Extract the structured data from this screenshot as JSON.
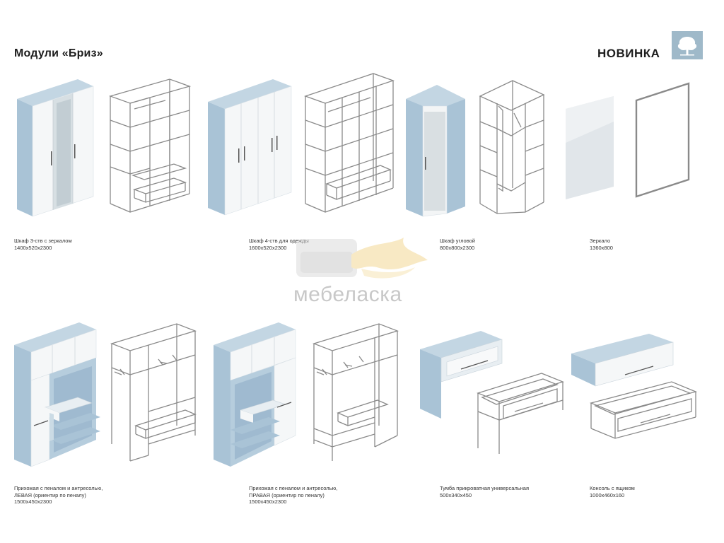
{
  "header": {
    "title": "Модули «Бриз»",
    "badge": "НОВИНКА",
    "logo_icon": "tree-logo-icon"
  },
  "watermark": {
    "text": "мебеласка",
    "icon": "sofa-logo-icon"
  },
  "colors": {
    "body_blue": "#a9c3d6",
    "front_white": "#ffffff",
    "wire_gray": "#8a8a8a",
    "logo_bg": "#9fb9c9"
  },
  "products": [
    {
      "line1": "Шкаф 3-ств с зеркалом",
      "line2": "1400х520х2300",
      "line3": ""
    },
    {
      "line1": "Шкаф 4-ств для одежды",
      "line2": "1600х520х2300",
      "line3": ""
    },
    {
      "line1": "Шкаф угловой",
      "line2": "800х800х2300",
      "line3": ""
    },
    {
      "line1": "Зеркало",
      "line2": "1360х800",
      "line3": ""
    },
    {
      "line1": "Прихожая с пеналом и антресолью,",
      "line2": "ЛЕВАЯ (ориентир по пеналу)",
      "line3": "1500х450х2300"
    },
    {
      "line1": "Прихожая с пеналом и антресолью,",
      "line2": "ПРАВАЯ (ориентир по пеналу)",
      "line3": "1500х450х2300"
    },
    {
      "line1": "Тумба прикроватная универсальная",
      "line2": "500х340х450",
      "line3": ""
    },
    {
      "line1": "Консоль с ящиком",
      "line2": "1000х460х160",
      "line3": ""
    }
  ]
}
